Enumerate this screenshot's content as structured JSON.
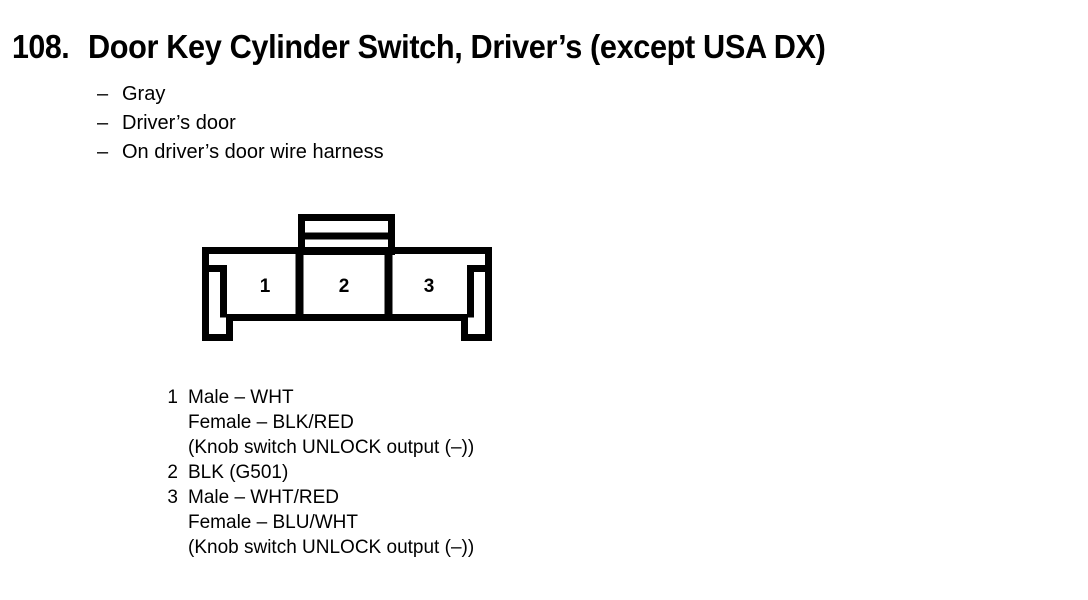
{
  "title": {
    "number": "108.",
    "text": "Door Key Cylinder Switch, Driver’s (except USA DX)"
  },
  "attributes": {
    "dash": "–",
    "items": [
      {
        "label": "Gray"
      },
      {
        "label": "Driver’s door"
      },
      {
        "label": "On driver’s door wire harness"
      }
    ]
  },
  "connector": {
    "cavities": [
      {
        "number": "1"
      },
      {
        "number": "2"
      },
      {
        "number": "3"
      }
    ],
    "stroke_color": "#000000",
    "fill_color": "#ffffff"
  },
  "terminals": [
    {
      "number": "1",
      "lines": [
        "Male – WHT",
        "Female – BLK/RED",
        "(Knob switch UNLOCK output (–))"
      ]
    },
    {
      "number": "2",
      "lines": [
        "BLK (G501)"
      ]
    },
    {
      "number": "3",
      "lines": [
        "Male – WHT/RED",
        "Female – BLU/WHT",
        "(Knob switch UNLOCK output (–))"
      ]
    }
  ]
}
